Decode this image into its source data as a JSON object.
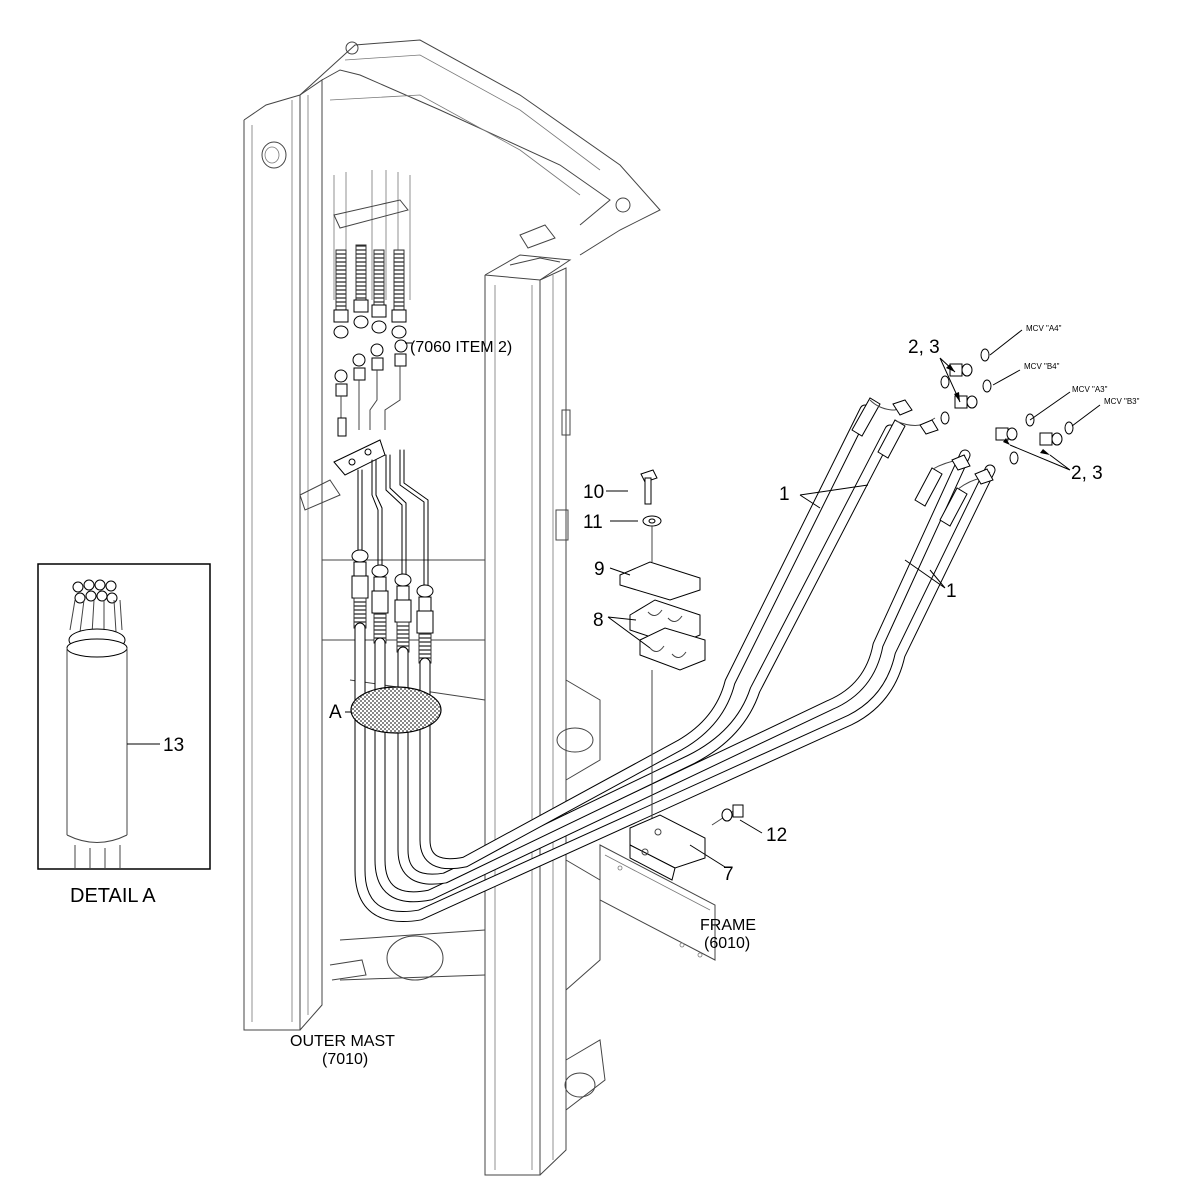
{
  "callouts": {
    "hose_upper": "1",
    "hose_lower": "1",
    "fitting_upper": "2, 3",
    "fitting_lower": "2, 3",
    "bracket": "7",
    "clamp_half": "8",
    "clamp_plate": "9",
    "bolt": "10",
    "washer": "11",
    "bolt_assembly": "12",
    "sleeve": "13",
    "detail_marker": "A"
  },
  "references": {
    "item_ref": "(7060 ITEM 2)",
    "outer_mast_name": "OUTER MAST",
    "outer_mast_code": "(7010)",
    "frame_name": "FRAME",
    "frame_code": "(6010)"
  },
  "ports": {
    "a4": "MCV \"A4\"",
    "b4": "MCV \"B4\"",
    "a3": "MCV \"A3\"",
    "b3": "MCV \"B3\""
  },
  "detail": {
    "title": "DETAIL A"
  },
  "colors": {
    "line": "#000000",
    "background": "#ffffff",
    "highlight_fill": "#aaaaaa"
  }
}
